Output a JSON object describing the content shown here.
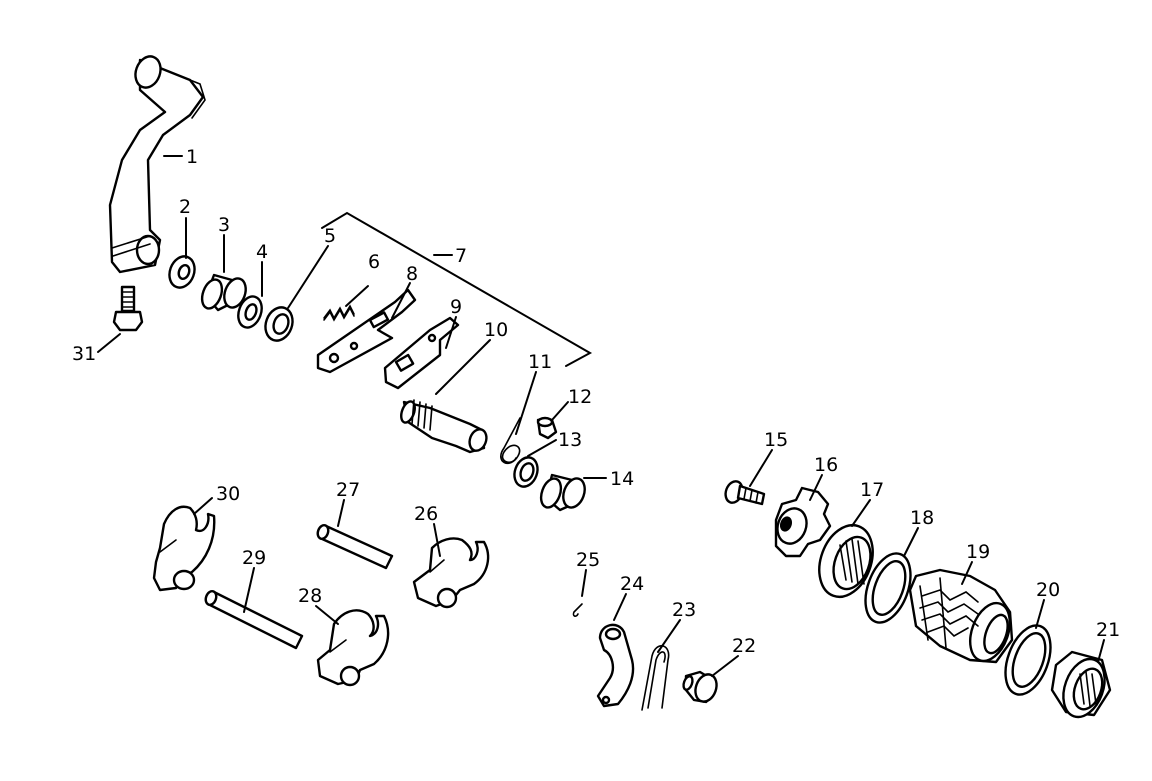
{
  "callouts": [
    "1",
    "2",
    "3",
    "4",
    "5",
    "6",
    "7",
    "8",
    "9",
    "10",
    "11",
    "12",
    "13",
    "14",
    "15",
    "16",
    "17",
    "18",
    "19",
    "20",
    "21",
    "22",
    "23",
    "24",
    "25",
    "26",
    "27",
    "28",
    "29",
    "30",
    "31"
  ],
  "colors": {
    "ink": "#000000",
    "paper": "#ffffff"
  }
}
